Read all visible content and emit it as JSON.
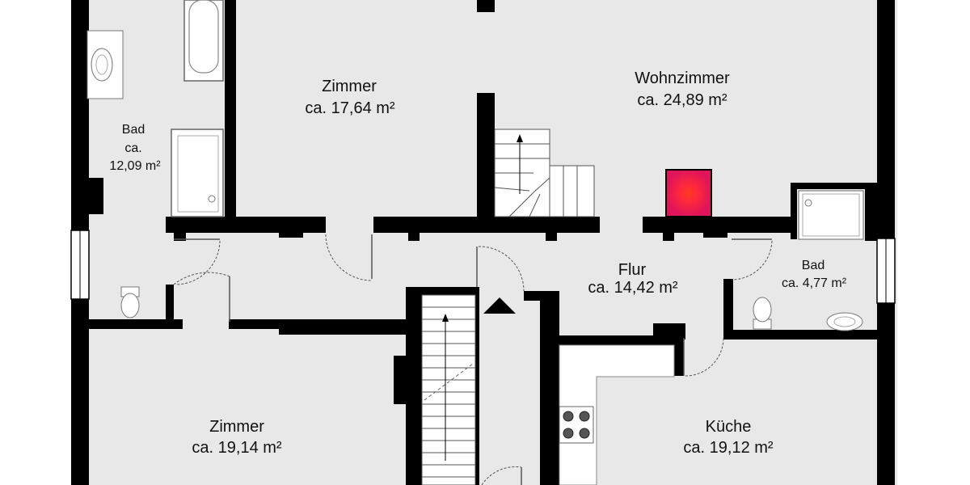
{
  "colors": {
    "background": "#ffffff",
    "floor": "#e8e8e8",
    "wall": "#000000",
    "fixture_fill": "#ffffff",
    "fixture_stroke": "#666666",
    "fireplace": "#e0145a",
    "fireplace_glow": "#ff6a4d"
  },
  "rooms": {
    "bad_left": {
      "name": "Bad",
      "area_prefix": "ca.",
      "area": "12,09 m²"
    },
    "zimmer_top": {
      "name": "Zimmer",
      "area": "ca. 17,64 m²"
    },
    "wohnzimmer": {
      "name": "Wohnzimmer",
      "area": "ca. 24,89 m²"
    },
    "flur": {
      "name": "Flur",
      "area": "ca. 14,42 m²"
    },
    "bad_right": {
      "name": "Bad",
      "area": "ca. 4,77 m²"
    },
    "zimmer_bottom": {
      "name": "Zimmer",
      "area": "ca. 19,14 m²"
    },
    "kueche": {
      "name": "Küche",
      "area": "ca. 19,12 m²"
    }
  },
  "icons": {
    "stairs": "staircase-icon",
    "stairs_arrow": "stairs-direction-arrow-icon",
    "up_triangle": "triangle-up-icon",
    "fireplace": "fireplace-icon",
    "bathtub": "bathtub-icon",
    "sink": "sink-icon",
    "toilet": "toilet-icon",
    "shower": "shower-icon",
    "stove": "stove-icon",
    "door": "door-icon",
    "window": "window-icon"
  }
}
